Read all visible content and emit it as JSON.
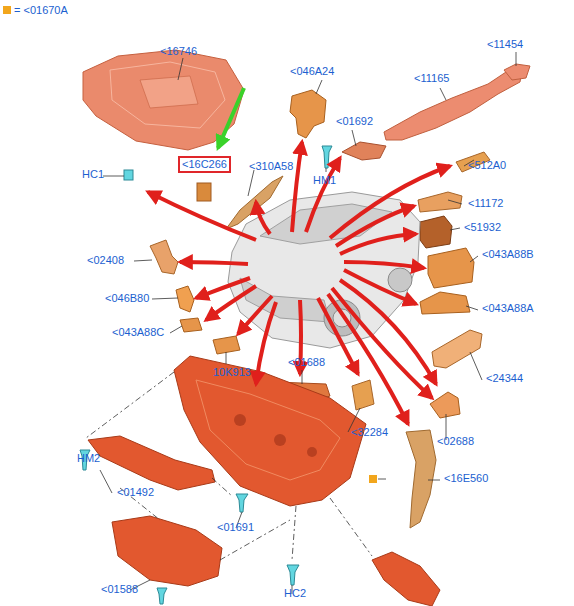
{
  "diagram": {
    "nodes": [
      {
        "text": [
          "<16C266"
        ]
      }
    ],
    "labels": [
      "<16746",
      "<11454",
      "<046A24",
      "<11165",
      "<01692",
      "HM1",
      "<310A58",
      "HC1",
      "<512A0",
      "<11172",
      "<51932",
      "<02408",
      "<043A88B",
      "<046B80",
      "<043A88A",
      "<043A88C",
      "10K913",
      "<24344",
      "<01688",
      "<32284",
      "<02688",
      "<16E560",
      "HM2",
      "<01492",
      "<01691",
      "<01588",
      "HC2"
    ],
    "legend": [
      {
        "text": "= <01670A",
        "color": "#f2a61c"
      }
    ]
  }
}
